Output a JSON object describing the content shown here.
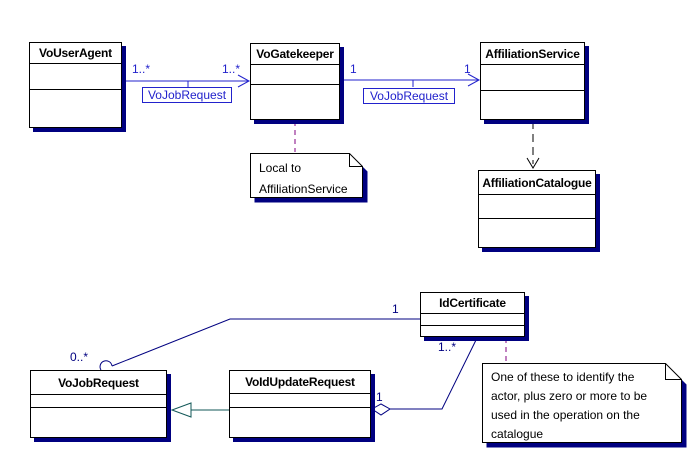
{
  "diagram_type": "uml-class-diagram",
  "classes": {
    "vo_user_agent": {
      "name": "VoUserAgent"
    },
    "vo_gatekeeper": {
      "name": "VoGatekeeper"
    },
    "affiliation_service": {
      "name": "AffiliationService"
    },
    "affiliation_catalogue": {
      "name": "AffiliationCatalogue"
    },
    "id_certificate": {
      "name": "IdCertificate"
    },
    "vo_job_request": {
      "name": "VoJobRequest"
    },
    "vo_id_update_request": {
      "name": "VoIdUpdateRequest"
    }
  },
  "associations": {
    "useragent_gatekeeper": {
      "label": "VoJobRequest",
      "source_mult": "1..*",
      "target_mult": "1..*",
      "type": "directed-association"
    },
    "gatekeeper_service": {
      "label": "VoJobRequest",
      "source_mult": "1",
      "target_mult": "1",
      "type": "directed-association"
    },
    "service_catalogue": {
      "type": "dependency"
    },
    "certificate_jobrequest": {
      "source_mult": "1",
      "target_mult": "0..*",
      "type": "association"
    },
    "certificate_updaterequest": {
      "source_mult": "1..*",
      "target_mult": "1",
      "type": "aggregation"
    },
    "updaterequest_jobrequest": {
      "type": "generalization"
    }
  },
  "notes": {
    "local_to": {
      "lines": [
        "Local to",
        "AffiliationService"
      ]
    },
    "identify": {
      "lines": [
        "One of these to identify the",
        "actor, plus zero or more to be",
        "used in the operation on the",
        "catalogue"
      ]
    }
  },
  "colors": {
    "association_blue": "#2222CC",
    "relationship_navy": "#000080",
    "anchor_purple": "#800080",
    "generalization_teal": "#115757",
    "shadow_navy": "#000080",
    "border_black": "#000000",
    "background": "#FFFFFF"
  }
}
